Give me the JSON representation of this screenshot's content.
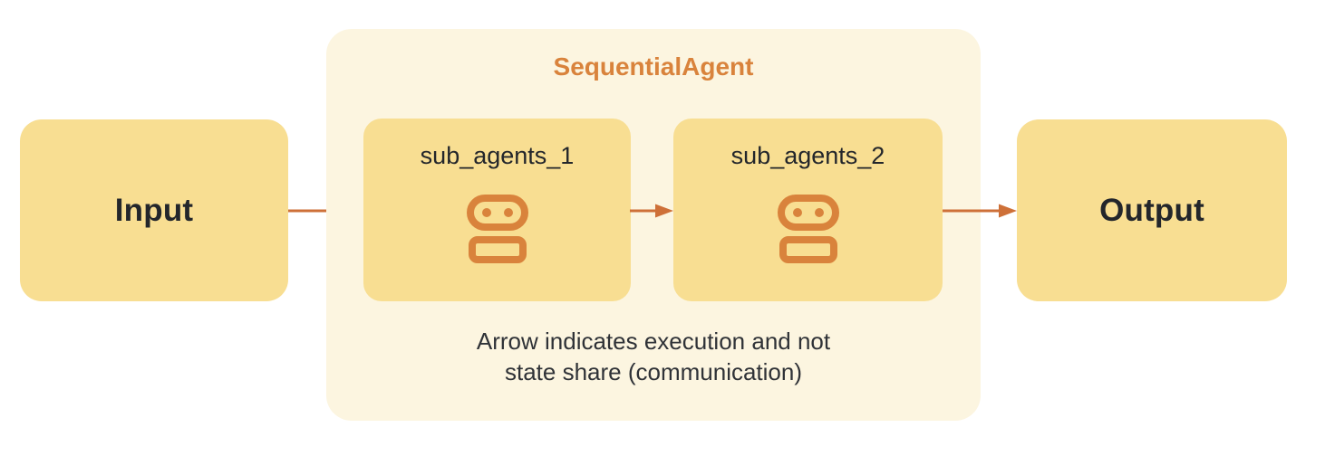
{
  "diagram": {
    "input_label": "Input",
    "output_label": "Output",
    "container_title": "SequentialAgent",
    "sub_agents": [
      {
        "label": "sub_agents_1",
        "icon": "robot-icon"
      },
      {
        "label": "sub_agents_2",
        "icon": "robot-icon"
      }
    ],
    "caption": {
      "line1": "Arrow indicates execution and not",
      "line2": "state share (communication)"
    },
    "arrows": [
      {
        "name": "input-to-sub1",
        "meaning": "execution flow"
      },
      {
        "name": "sub1-to-sub2",
        "meaning": "execution flow"
      },
      {
        "name": "sub2-to-output",
        "meaning": "execution flow"
      }
    ],
    "colors": {
      "box_yellow": "#F8DE92",
      "container_cream": "#FCF5E0",
      "accent_orange": "#D9833C",
      "arrow_orange": "#CE7038",
      "text_dark": "#23262B"
    }
  }
}
